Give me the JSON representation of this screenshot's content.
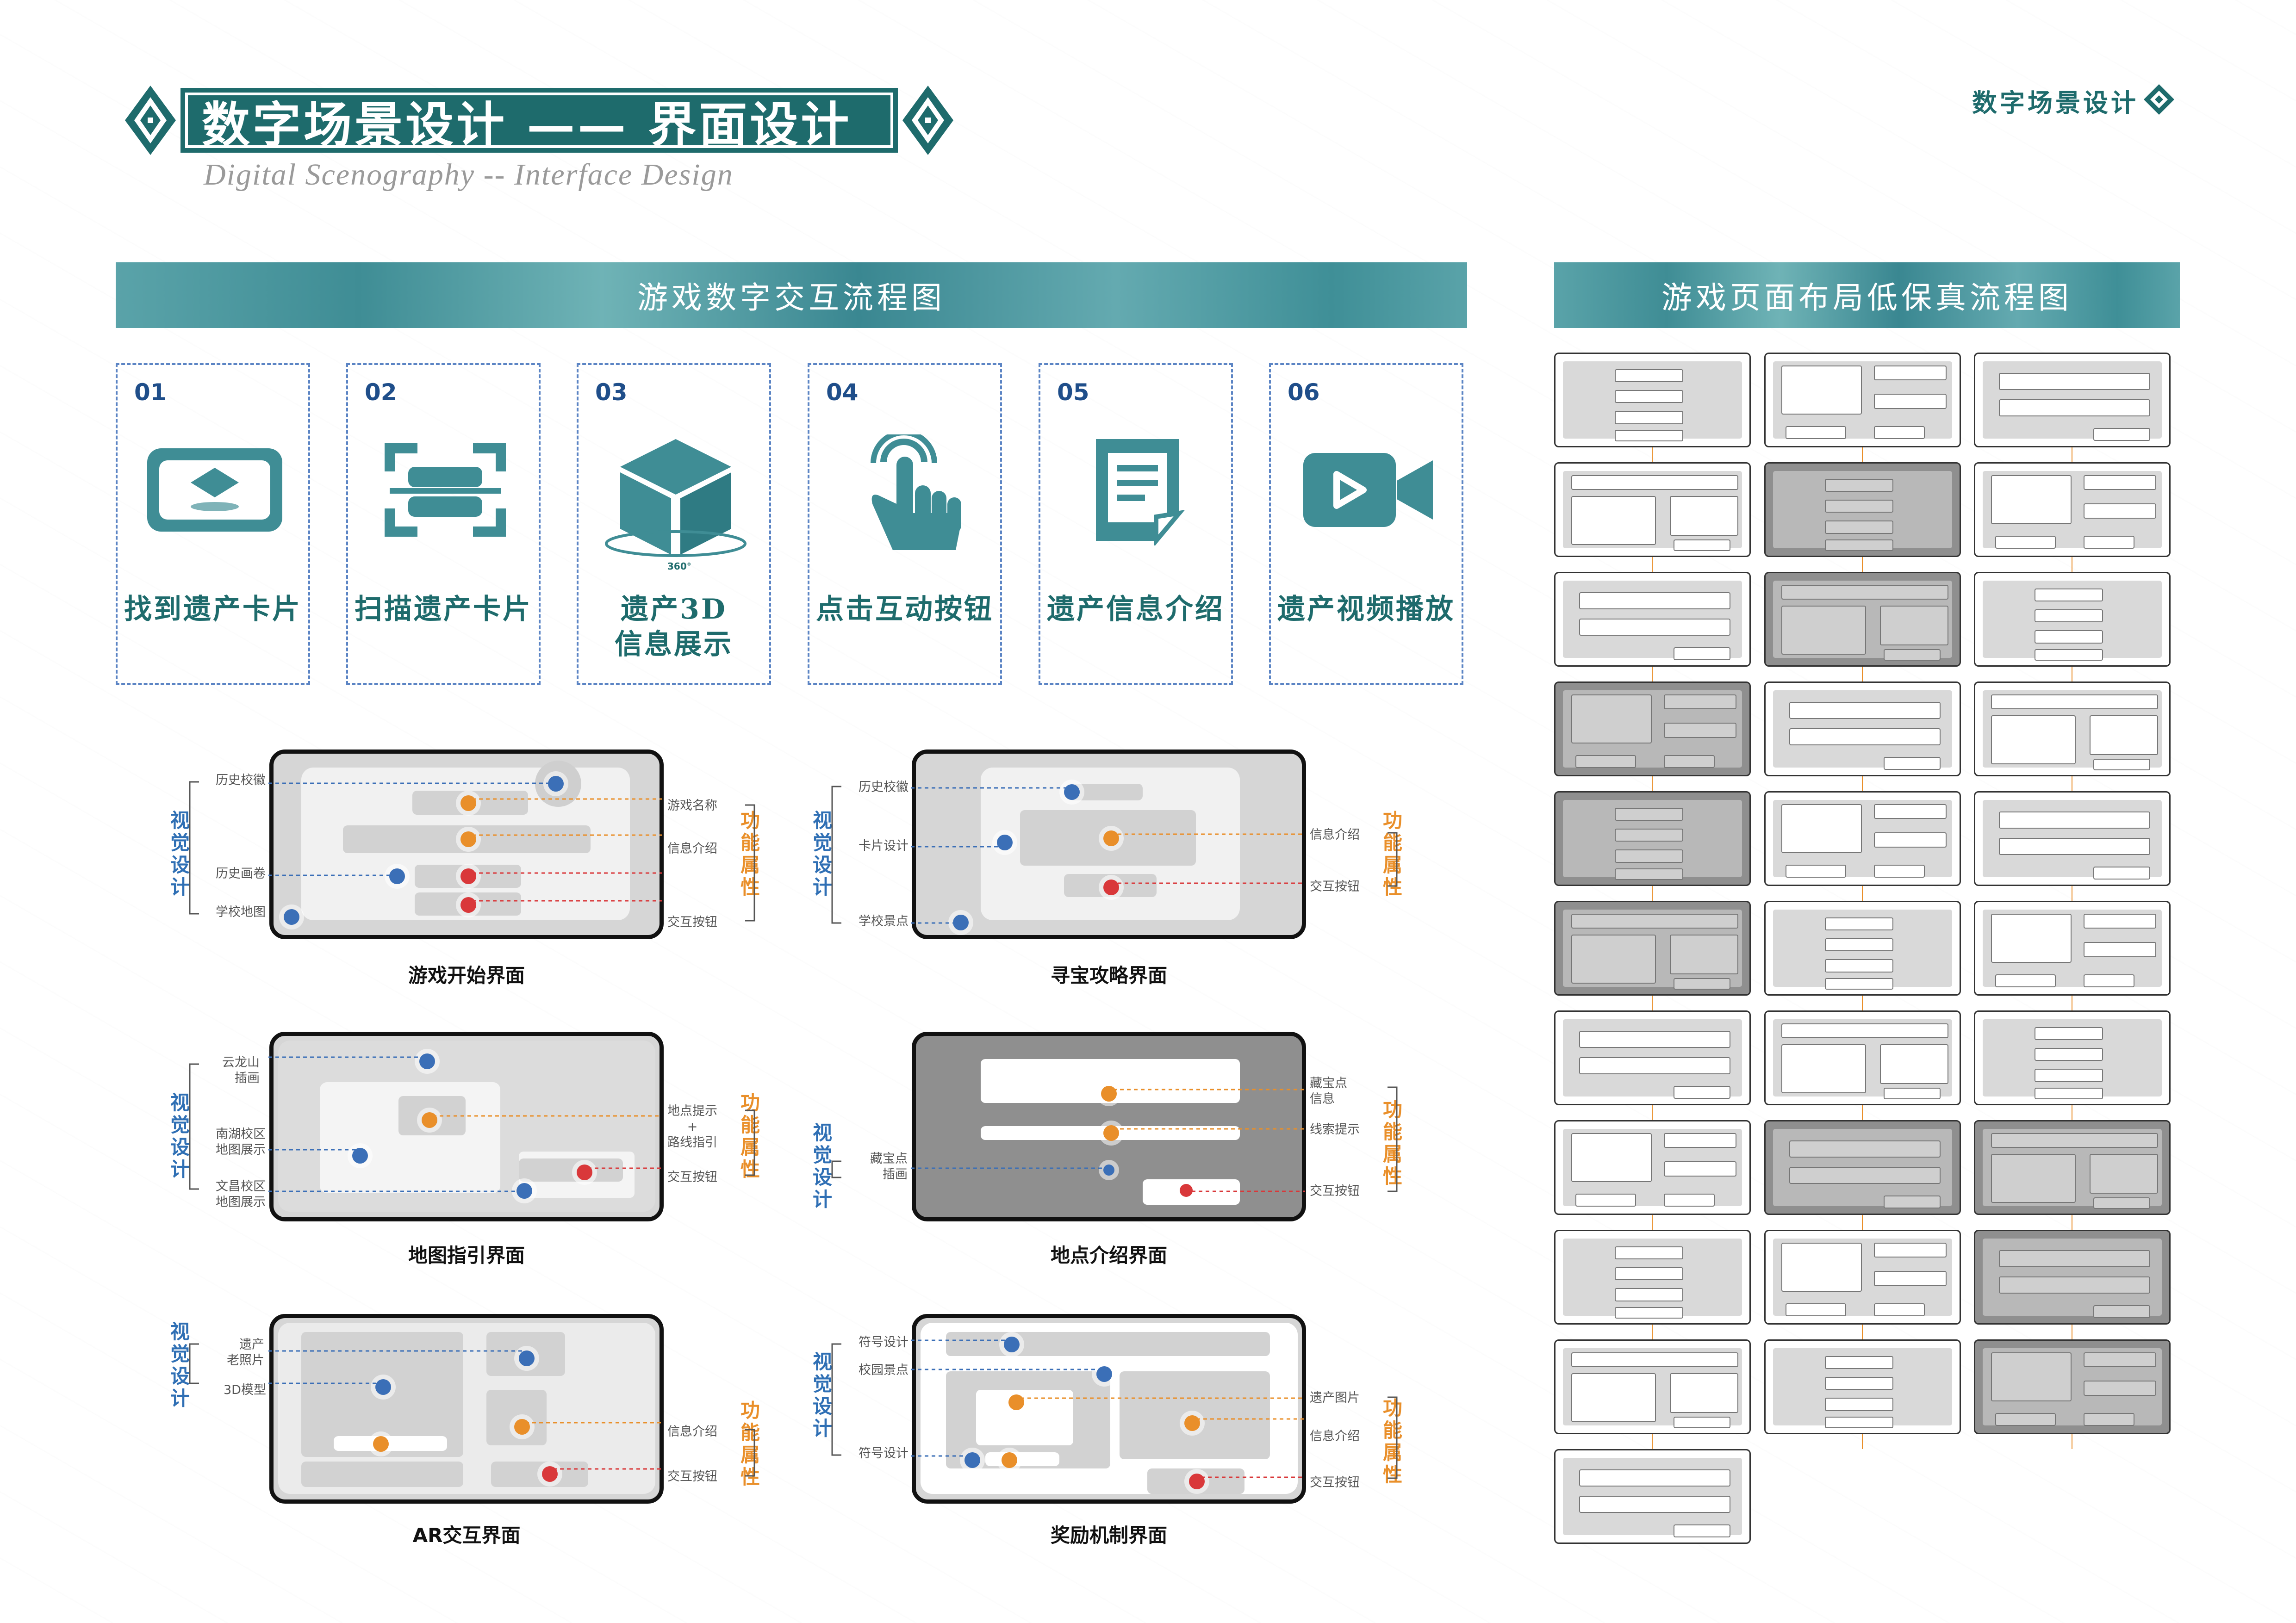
{
  "header": {
    "title": "数字场景设计 —— 界面设计",
    "subtitle": "Digital Scenography -- Interface Design",
    "corner_title": "数字场景设计"
  },
  "sections": {
    "left_title": "游戏数字交互流程图",
    "right_title": "游戏页面布局低保真流程图"
  },
  "steps": [
    {
      "num": "01",
      "label": "找到遗产卡片",
      "icon": "card-screen-icon"
    },
    {
      "num": "02",
      "label": "扫描遗产卡片",
      "icon": "scan-icon"
    },
    {
      "num": "03",
      "label": "遗产3D\n信息展示",
      "icon": "cube-360-icon",
      "badge": "360°"
    },
    {
      "num": "04",
      "label": "点击互动按钮",
      "icon": "hand-tap-icon"
    },
    {
      "num": "05",
      "label": "遗产信息介绍",
      "icon": "note-icon"
    },
    {
      "num": "06",
      "label": "遗产视频播放",
      "icon": "video-camera-icon"
    }
  ],
  "mockups": {
    "vis_label": "视\n觉\n设\n计",
    "fn_label": "功\n能\n属\n性",
    "start": {
      "caption": "游戏开始界面",
      "left": [
        "历史校徽",
        "历史画卷",
        "学校地图"
      ],
      "right": [
        "游戏名称",
        "信息介绍",
        "交互按钮"
      ]
    },
    "treasure": {
      "caption": "寻宝攻略界面",
      "left": [
        "历史校徽",
        "卡片设计",
        "学校景点"
      ],
      "right": [
        "信息介绍",
        "交互按钮"
      ]
    },
    "map": {
      "caption": "地图指引界面",
      "left": [
        "云龙山\n插画",
        "南湖校区\n地图展示",
        "文昌校区\n地图展示"
      ],
      "right": [
        "地点提示\n+\n路线指引",
        "交互按钮"
      ]
    },
    "place": {
      "caption": "地点介绍界面",
      "left": [
        "藏宝点\n插画"
      ],
      "right": [
        "藏宝点\n信息",
        "线索提示",
        "交互按钮"
      ]
    },
    "ar": {
      "caption": "AR交互界面",
      "left": [
        "遗产\n老照片",
        "3D模型"
      ],
      "right": [
        "信息介绍",
        "交互按钮"
      ]
    },
    "reward": {
      "caption": "奖励机制界面",
      "left": [
        "符号设计",
        "校园景点",
        "符号设计"
      ],
      "right": [
        "遗产图片",
        "信息介绍",
        "交互按钮"
      ]
    }
  },
  "colors": {
    "teal": "#1e6b6c",
    "blue": "#3b6fb7",
    "orange": "#e98f2a",
    "red": "#d9383a"
  }
}
